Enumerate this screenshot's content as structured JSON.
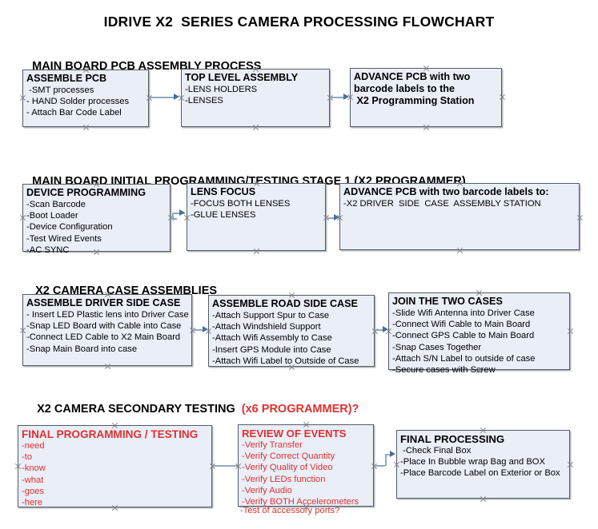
{
  "title": "IDRIVE X2  SERIES CAMERA PROCESSING FLOWCHART",
  "sections": [
    {
      "id": "main-board-pcb-assembly",
      "heading": "MAIN BOARD PCB ASSEMBLY PROCESS",
      "heading_accent": "",
      "nodes": [
        {
          "id": "assemble-pcb",
          "head": "ASSEMBLE PCB",
          "lines": [
            " -SMT processes",
            "- HAND Solder processes",
            "- Attach Bar Code Label"
          ]
        },
        {
          "id": "top-level-assembly",
          "head": "TOP LEVEL ASSEMBLY",
          "lines": [
            "-LENS HOLDERS",
            "-LENSES"
          ]
        },
        {
          "id": "advance-pcb-programming-station",
          "head": "ADVANCE PCB with two",
          "lines": [
            "barcode labels to the",
            " X2 Programming Station"
          ]
        }
      ]
    },
    {
      "id": "main-board-initial-programming",
      "heading": "MAIN BOARD INITIAL PROGRAMMING/TESTING STAGE 1 (X2 PROGRAMMER)",
      "heading_accent": "",
      "nodes": [
        {
          "id": "device-programming",
          "head": "DEVICE PROGRAMMING",
          "lines": [
            "-Scan Barcode",
            "-Boot Loader",
            "-Device Configuration",
            "-Test Wired Events",
            "-AC SYNC"
          ]
        },
        {
          "id": "lens-focus",
          "head": "LENS FOCUS",
          "lines": [
            "-FOCUS BOTH LENSES",
            "-GLUE LENSES"
          ]
        },
        {
          "id": "advance-pcb-driver-side-case",
          "head": "ADVANCE PCB with two barcode labels to:",
          "lines": [
            "-X2 DRIVER  SIDE  CASE  ASSEMBLY STATION"
          ]
        }
      ]
    },
    {
      "id": "x2-camera-case-assemblies",
      "heading": "X2 CAMERA CASE ASSEMBLIES",
      "heading_accent": "",
      "nodes": [
        {
          "id": "assemble-driver-side-case",
          "head": "ASSEMBLE DRIVER SIDE CASE",
          "lines": [
            "- Insert LED Plastic lens into Driver Case",
            "-Snap LED Board with Cable into Case",
            "-Connect LED Cable to X2 Main Board",
            "-Snap Main Board into case"
          ]
        },
        {
          "id": "assemble-road-side-case",
          "head": "ASSEMBLE ROAD SIDE CASE",
          "lines": [
            "-Attach Support Spur to Case",
            "-Attach Windshield Support",
            "-Attach Wifi Assembly to Case",
            "-Insert GPS Module into Case",
            "-Attach Wifi Label to Outside of Case"
          ]
        },
        {
          "id": "join-the-two-cases",
          "head": "JOIN THE TWO CASES",
          "lines": [
            "-Slide Wifi Antenna into Driver Case",
            "-Connect Wifi Cable to Main Board",
            "-Connect GPS Cable to Main Board",
            "-Snap Cases Together",
            "-Attach S/N Label to outside of case",
            "-Secure cases with Screw"
          ]
        }
      ]
    },
    {
      "id": "x2-camera-secondary-testing",
      "heading": "X2 CAMERA SECONDARY TESTING ",
      "heading_accent": " (x6 PROGRAMMER)?",
      "nodes": [
        {
          "id": "final-programming-testing",
          "head": "FINAL PROGRAMMING / TESTING",
          "lines": [
            "-need",
            "-to",
            "-know",
            "-what",
            "-goes",
            "-here"
          ]
        },
        {
          "id": "review-of-events",
          "head": "REVIEW OF EVENTS",
          "lines": [
            "-Verify Transfer",
            "-Verify Correct Quantity",
            "-Verify Quality of Video",
            "-Verify LEDs function",
            "-Verify Audio",
            "-Verify BOTH Accelerometers"
          ],
          "overflow_line": "-Test of accessory ports?"
        },
        {
          "id": "final-processing",
          "head": "FINAL PROCESSING",
          "lines": [
            " -Check Final Box",
            "-Place In Bubble wrap Bag and BOX",
            "-Place Barcode Label on Exterior or Box"
          ]
        }
      ]
    }
  ],
  "colors": {
    "node_fill": "#e9eef7",
    "node_border": "#555c66",
    "accent_red": "#e03030",
    "arrow": "#8fa9c4",
    "arrow_head": "#4a6f99",
    "text": "#000000"
  }
}
